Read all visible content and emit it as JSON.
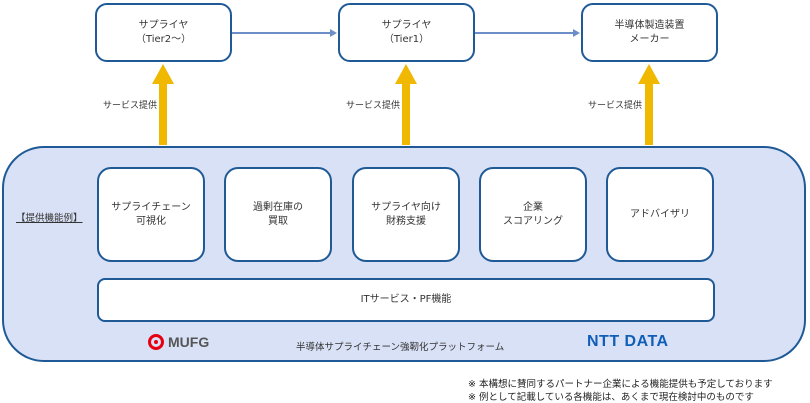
{
  "top_boxes": [
    {
      "line1": "サプライヤ",
      "line2": "（Tier2～）"
    },
    {
      "line1": "サプライヤ",
      "line2": "（Tier1）"
    },
    {
      "line1": "半導体製造装置",
      "line2": "メーカー"
    }
  ],
  "service_label": "サービス提供",
  "platform": {
    "function_label": "【提供機能例】",
    "functions": [
      {
        "line1": "サプライチェーン",
        "line2": "可視化"
      },
      {
        "line1": "過剰在庫の",
        "line2": "買取"
      },
      {
        "line1": "サプライヤ向け",
        "line2": "財務支援"
      },
      {
        "line1": "企業",
        "line2": "スコアリング"
      },
      {
        "line1": "アドバイザリ",
        "line2": ""
      }
    ],
    "it_service": "ITサービス・PF機能",
    "title": "半導体サプライチェーン強靭化プラットフォーム",
    "logo_left": "MUFG",
    "logo_right": "NTT DATA"
  },
  "notes": [
    "※ 本構想に賛同するパートナー企業による機能提供も予定しております",
    "※ 例として記載している各機能は、あくまで現在検討中のものです"
  ],
  "colors": {
    "border": "#1f5a96",
    "platform_fill": "#d9e1f6",
    "arrow": "#f0b800",
    "connector": "#6d8fc9",
    "mufg_red": "#e60012",
    "ntt_blue": "#0f5fb8"
  }
}
